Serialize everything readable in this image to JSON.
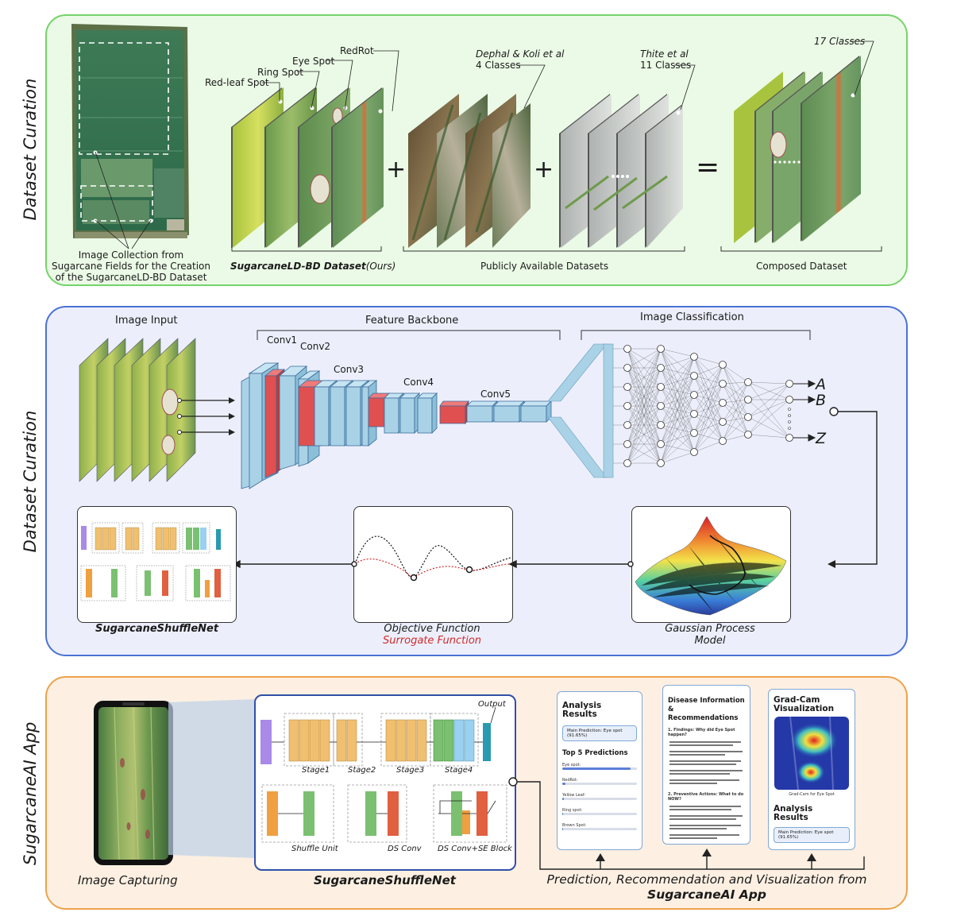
{
  "sections": {
    "curation_title": "Dataset Curation",
    "model_title": "Dataset Curation",
    "app_title": "SugarcaneAI App"
  },
  "curation": {
    "field_caption": [
      "Image Collection from",
      "Sugarcane Fields for the Creation",
      "of the SugarcaneLD-BD Dataset"
    ],
    "classes": [
      "RedRot",
      "Eye Spot",
      "Ring Spot",
      "Red-leaf Spot"
    ],
    "ours_name": "SugarcaneLD-BD Dataset",
    "ours_suffix": "(Ours)",
    "dephal_line1": "Dephal & Koli et al",
    "dephal_line2": "4 Classes",
    "thite_line1": "Thite et al",
    "thite_line2": "11 Classes",
    "composed_classes": "17 Classes",
    "public_label": "Publicly Available Datasets",
    "composed_label": "Composed Dataset",
    "plus1": "+",
    "plus2": "+",
    "equals": "="
  },
  "model": {
    "image_input": "Image Input",
    "feature_backbone": "Feature Backbone",
    "image_classification": "Image Classification",
    "conv_labels": [
      "Conv1",
      "Conv2",
      "Conv3",
      "Conv4",
      "Conv5"
    ],
    "outputs": [
      "A",
      "B",
      "Z"
    ],
    "shufflenet_name": "SugarcaneShuffleNet",
    "objective": "Objective Function",
    "surrogate": "Surrogate Function",
    "gp_line1": "Gaussian Process",
    "gp_line2": "Model"
  },
  "app": {
    "image_capturing": "Image Capturing",
    "output_label": "Output",
    "stages": [
      "Stage1",
      "Stage2",
      "Stage3",
      "Stage4"
    ],
    "blocks": [
      "Shuffle Unit",
      "DS Conv",
      "DS Conv+SE Block"
    ],
    "shufflenet_name": "SugarcaneShuffleNet",
    "caption_line1": "Prediction, Recommendation and Visualization from",
    "caption_line2": "SugarcaneAI App",
    "analysis": {
      "title": "Analysis Results",
      "main_prediction": "Main Prediction: Eye spot (91.65%)",
      "top5_title": "Top 5 Predictions",
      "predictions": [
        {
          "label": "Eye spot:",
          "value": 0.9165
        },
        {
          "label": "RedRot:",
          "value": 0.04
        },
        {
          "label": "Yellow Leaf:",
          "value": 0.02
        },
        {
          "label": "Ring spot:",
          "value": 0.01
        },
        {
          "label": "Brown Spot:",
          "value": 0.01
        }
      ]
    },
    "info": {
      "title_line1": "Disease Information",
      "title_line2": "& Recommendations",
      "q1": "1. Findings: Why did Eye Spot happen?",
      "q2": "2. Preventive Actions: What to do NOW?"
    },
    "gradcam": {
      "title_line1": "Grad-Cam",
      "title_line2": "Visualization",
      "img_caption": "Grad-Cam for Eye Spot",
      "results_title": "Analysis Results",
      "main_prediction": "Main Prediction: Eye spot (91.65%)"
    }
  },
  "colors": {
    "green_border": "#74d36a",
    "green_fill": "#ebfae6",
    "blue_border": "#4a72d6",
    "blue_fill": "#eceffb",
    "orange_border": "#eda24b",
    "orange_fill": "#fdf0e2",
    "conv_blue": "#a9d2e6",
    "conv_red": "#e05050",
    "surrogate_red": "#d12a2a"
  }
}
